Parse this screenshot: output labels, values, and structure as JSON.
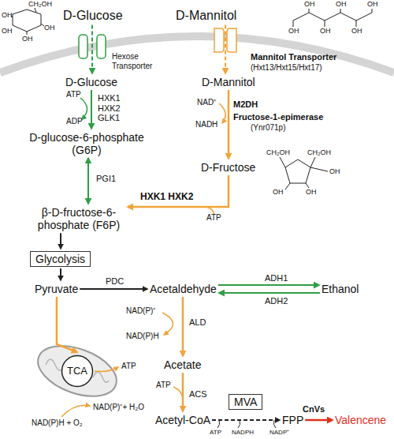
{
  "diagram": {
    "nodes": [
      {
        "text": [
          "D-Glucose"
        ]
      },
      {
        "text": [
          "D-Mannitol"
        ]
      },
      {
        "text": [
          "D-Glucose"
        ]
      },
      {
        "text": [
          "D-Mannitol"
        ]
      },
      {
        "text": [
          "D-glucose-6-phosphate (G6P)"
        ]
      },
      {
        "text": [
          "D-Fructose"
        ]
      },
      {
        "text": [
          "β-D-fructose-6-phosphate (F6P)"
        ]
      },
      {
        "text": [
          "Glycolysis"
        ]
      },
      {
        "text": [
          "Pyruvate"
        ]
      },
      {
        "text": [
          "Acetaldehyde"
        ]
      },
      {
        "text": [
          "Ethanol"
        ]
      },
      {
        "text": [
          "Acetate"
        ]
      },
      {
        "text": [
          "Acetyl-CoA"
        ]
      },
      {
        "text": [
          "MVA"
        ]
      },
      {
        "text": [
          "FPP"
        ]
      },
      {
        "text": [
          "Valencene"
        ]
      },
      {
        "text": [
          "TCA"
        ]
      }
    ],
    "edges": [
      {
        "from": 0,
        "to": 2,
        "arrow": "to"
      },
      {
        "from": 1,
        "to": 3,
        "arrow": "to"
      },
      {
        "from": 2,
        "to": 4,
        "label": "HXK1 HXK2 GLK1",
        "arrow": "to"
      },
      {
        "from": 4,
        "to": 6,
        "label": "PGI1",
        "arrow": "both"
      },
      {
        "from": 3,
        "to": 5,
        "label": "M2DH",
        "arrow": "to"
      },
      {
        "from": 5,
        "to": 6,
        "label": "HXK1 HXK2",
        "arrow": "to"
      },
      {
        "from": 6,
        "to": 7,
        "arrow": "to"
      },
      {
        "from": 7,
        "to": 8,
        "arrow": "to"
      },
      {
        "from": 8,
        "to": 9,
        "label": "PDC",
        "arrow": "to"
      },
      {
        "from": 9,
        "to": 10,
        "label": "ADH1",
        "arrow": "to"
      },
      {
        "from": 10,
        "to": 9,
        "label": "ADH2",
        "arrow": "to"
      },
      {
        "from": 9,
        "to": 11,
        "label": "ALD",
        "arrow": "to"
      },
      {
        "from": 11,
        "to": 12,
        "label": "ACS",
        "arrow": "to"
      },
      {
        "from": 8,
        "to": 16,
        "arrow": "to"
      },
      {
        "from": 12,
        "to": 14,
        "arrow": "to"
      },
      {
        "from": 14,
        "to": 15,
        "label": "CnVs",
        "arrow": "to"
      }
    ],
    "labels": [
      "CH₂OH",
      "OH",
      "OH",
      "OH",
      "OH",
      "Hexose Transporter",
      "OH",
      "OH",
      "OH",
      "OH",
      "OH",
      "OH",
      "Mannitol Transporter",
      "(Hxt13/Hxt15/Hxt17)",
      "ATP",
      "ADP",
      "NAD⁺",
      "NADH",
      "Fructose-1-epimerase",
      "(Ynr071p)",
      "CH₂OH",
      "CH₂OH",
      "OH",
      "OH",
      "OH",
      "ATP",
      "NAD(P)⁺",
      "NAD(P)H",
      "ATP",
      "NAD(P)⁺+ H₂O",
      "ATP",
      "NAD(P)H + O₂",
      "ATP",
      "NADPH",
      "NADP⁺"
    ]
  }
}
